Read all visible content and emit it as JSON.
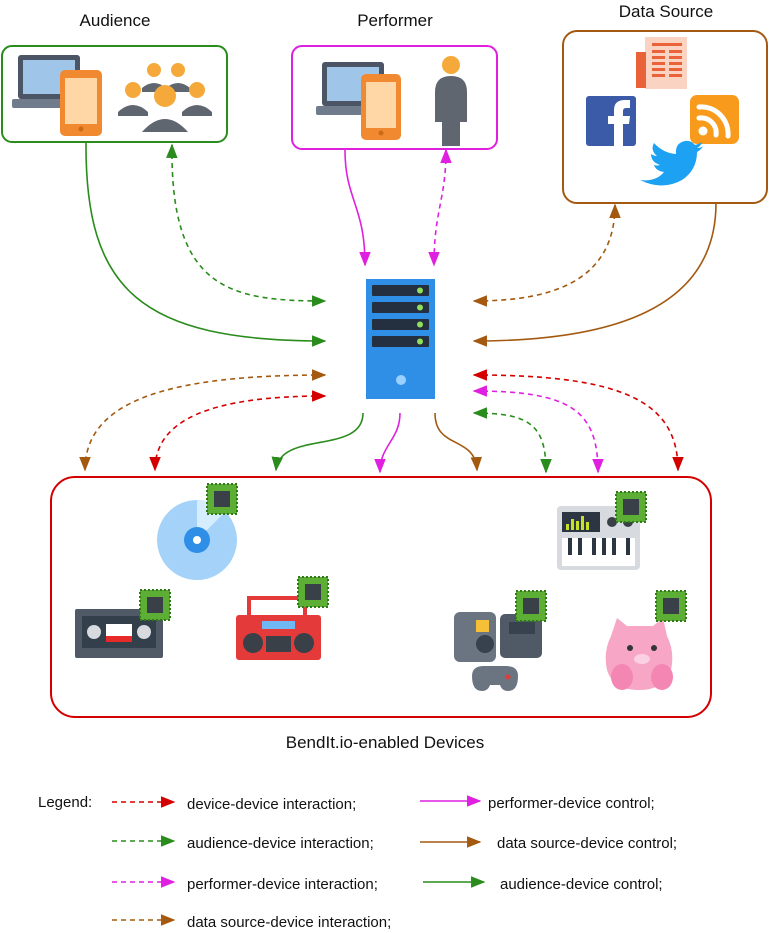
{
  "groups": {
    "audience": {
      "label": "Audience"
    },
    "performer": {
      "label": "Performer"
    },
    "data_source": {
      "label": "Data Source"
    },
    "devices": {
      "label": "BendIt.io-enabled Devices"
    }
  },
  "legend": {
    "title": "Legend:",
    "items": [
      {
        "text": "device-device interaction;",
        "color": "#d40000",
        "style": "dashed"
      },
      {
        "text": "audience-device interaction;",
        "color": "#2a8c1c",
        "style": "dashed"
      },
      {
        "text": "performer-device interaction;",
        "color": "#e020e0",
        "style": "dashed"
      },
      {
        "text": "data source-device interaction;",
        "color": "#a35a10",
        "style": "dashed"
      },
      {
        "text": "performer-device control;",
        "color": "#e020e0",
        "style": "solid"
      },
      {
        "text": "data source-device control;",
        "color": "#a35a10",
        "style": "solid"
      },
      {
        "text": "audience-device control;",
        "color": "#2a8c1c",
        "style": "solid"
      }
    ]
  },
  "colors": {
    "audience": "#2a8c1c",
    "performer": "#e020e0",
    "data_source": "#a35a10",
    "devices": "#d40000",
    "server": "#2f8fe6"
  },
  "icons": {
    "audience": [
      "laptop-icon",
      "smartphone-icon",
      "crowd-icon"
    ],
    "performer": [
      "laptop-icon",
      "smartphone-icon",
      "person-icon"
    ],
    "data_source": [
      "newspaper-icon",
      "facebook-icon",
      "rss-icon",
      "twitter-icon"
    ],
    "hub": "server-icon",
    "devices": [
      "cd-icon",
      "keyboard-synth-icon",
      "cassette-icon",
      "boombox-icon",
      "game-console-icon",
      "plush-toy-icon",
      "chip-icon"
    ]
  }
}
